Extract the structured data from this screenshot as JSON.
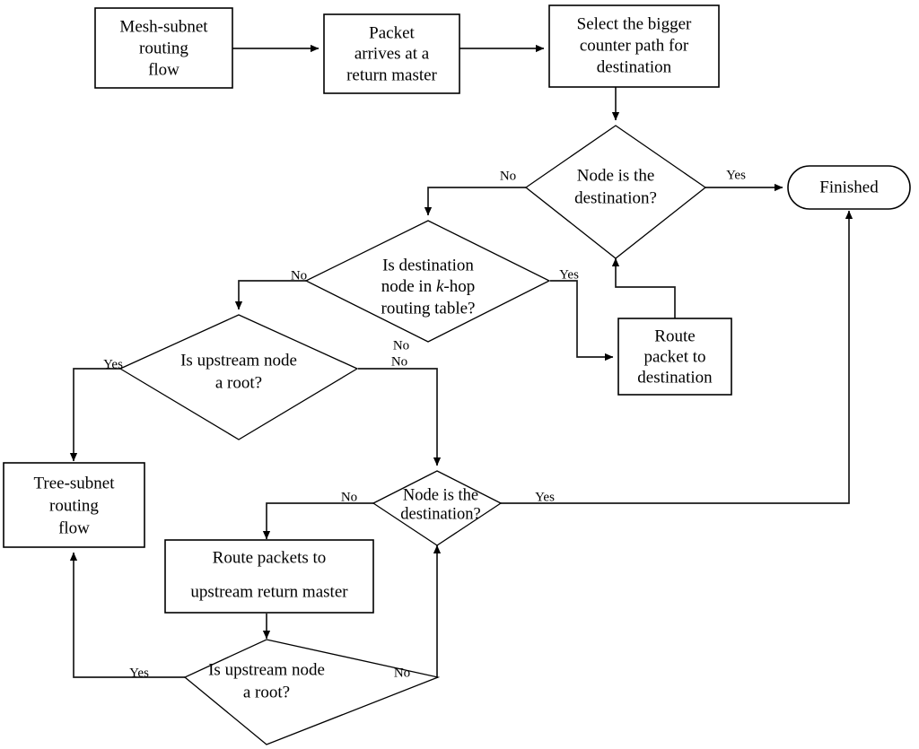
{
  "diagram": {
    "type": "flowchart",
    "title": "Mesh-subnet routing flow",
    "background_color": "#ffffff",
    "line_color": "#000000",
    "text_color": "#000000"
  },
  "nodes": {
    "mesh_subnet": {
      "shape": "process",
      "lines": [
        "Mesh-subnet",
        "routing",
        "flow"
      ]
    },
    "packet_arrives": {
      "shape": "process",
      "lines": [
        "Packet",
        "arrives at a",
        "return master"
      ]
    },
    "select_bigger": {
      "shape": "process",
      "lines": [
        "Select the bigger",
        "counter path for",
        "destination"
      ]
    },
    "node_dest_1": {
      "shape": "decision",
      "lines": [
        "Node is the",
        "destination?"
      ]
    },
    "finished": {
      "shape": "terminator",
      "lines": [
        "Finished"
      ]
    },
    "khop": {
      "shape": "decision",
      "line1": "Is destination",
      "line2_pre": "node in ",
      "line2_ital": "k",
      "line2_post": "-hop",
      "line3": "routing table?"
    },
    "route_packet_dest": {
      "shape": "process",
      "lines": [
        "Route",
        "packet to",
        "destination"
      ]
    },
    "upstream_root_1": {
      "shape": "decision",
      "lines": [
        "Is upstream node",
        "a root?"
      ]
    },
    "tree_subnet": {
      "shape": "process",
      "lines": [
        "Tree-subnet",
        "routing",
        "flow"
      ]
    },
    "node_dest_2": {
      "shape": "decision",
      "lines": [
        "Node is the",
        "destination?"
      ]
    },
    "route_packets_upstream": {
      "shape": "process",
      "lines": [
        "Route packets to",
        "upstream return master"
      ]
    },
    "upstream_root_2": {
      "shape": "decision",
      "lines": [
        "Is upstream node",
        "a root?"
      ]
    }
  },
  "edge_labels": {
    "dest1_no": "No",
    "dest1_yes": "Yes",
    "khop_no_left": "No",
    "khop_yes": "Yes",
    "khop_no_bottom": "No",
    "root1_yes": "Yes",
    "root1_no": "No",
    "dest2_no": "No",
    "dest2_yes": "Yes",
    "root2_yes": "Yes",
    "root2_no": "No"
  }
}
